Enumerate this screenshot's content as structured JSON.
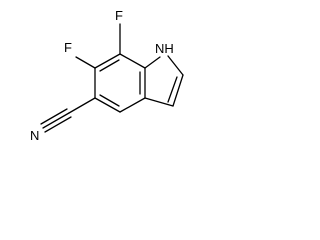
{
  "molecule": {
    "atoms": {
      "f_upper": "F",
      "f_left": "F",
      "nh": "NH",
      "n_nitrile": "N"
    }
  },
  "colors": {
    "bond": "#000000",
    "label": "#000000",
    "background": "#ffffff"
  }
}
